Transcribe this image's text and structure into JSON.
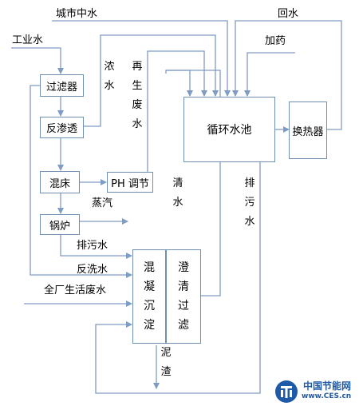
{
  "inputs": {
    "city_reclaimed_water": "城市中水",
    "return_water": "回水",
    "industrial_water": "工业水",
    "dosing": "加药",
    "plant_wastewater": "全厂生活废水"
  },
  "units": {
    "filter": "过滤器",
    "reverse_osmosis": "反渗透",
    "mixed_bed": "混床",
    "ph_adjust": "PH 调节",
    "boiler": "锅炉",
    "circulating_pool": "循环水池",
    "heat_exchanger": "换热器",
    "coagulation_sedimentation": "混凝沉淀",
    "clarification_filtration": "澄清过滤"
  },
  "flows": {
    "concentrate": "浓水",
    "regen_wastewater": "再生废水",
    "steam": "蒸汽",
    "blowdown": "排污水",
    "backwash": "反洗水",
    "clear_water": "清水",
    "discharge": "排污水",
    "sludge": "泥渣"
  },
  "logo": {
    "name": "中国节能网",
    "url": "www.CES.cn"
  },
  "colors": {
    "line": "#7f9cc4",
    "box_border": "#6f8fb3",
    "logo": "#1f5aa6"
  }
}
